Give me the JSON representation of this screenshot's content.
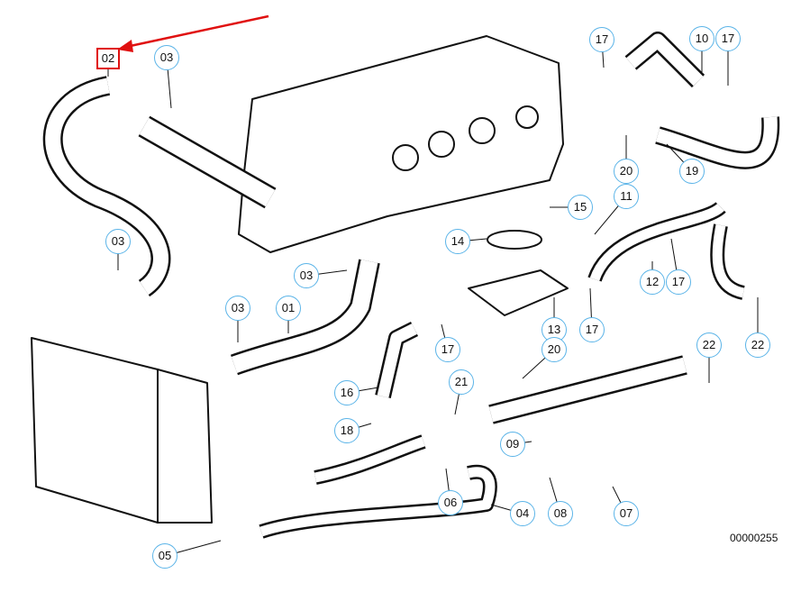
{
  "diagram": {
    "title": "Cooling system hoses",
    "drawing_number": "00000255",
    "highlighted_part": "02",
    "colors": {
      "callout_border": "#5bb4e8",
      "highlight": "#e01010"
    },
    "callouts": [
      "02",
      "03",
      "17",
      "10",
      "17",
      "03",
      "15",
      "14",
      "11",
      "20",
      "19",
      "03",
      "03",
      "01",
      "12",
      "17",
      "13",
      "17",
      "20",
      "17",
      "16",
      "21",
      "22",
      "22",
      "18",
      "09",
      "06",
      "04",
      "08",
      "07",
      "05"
    ]
  }
}
